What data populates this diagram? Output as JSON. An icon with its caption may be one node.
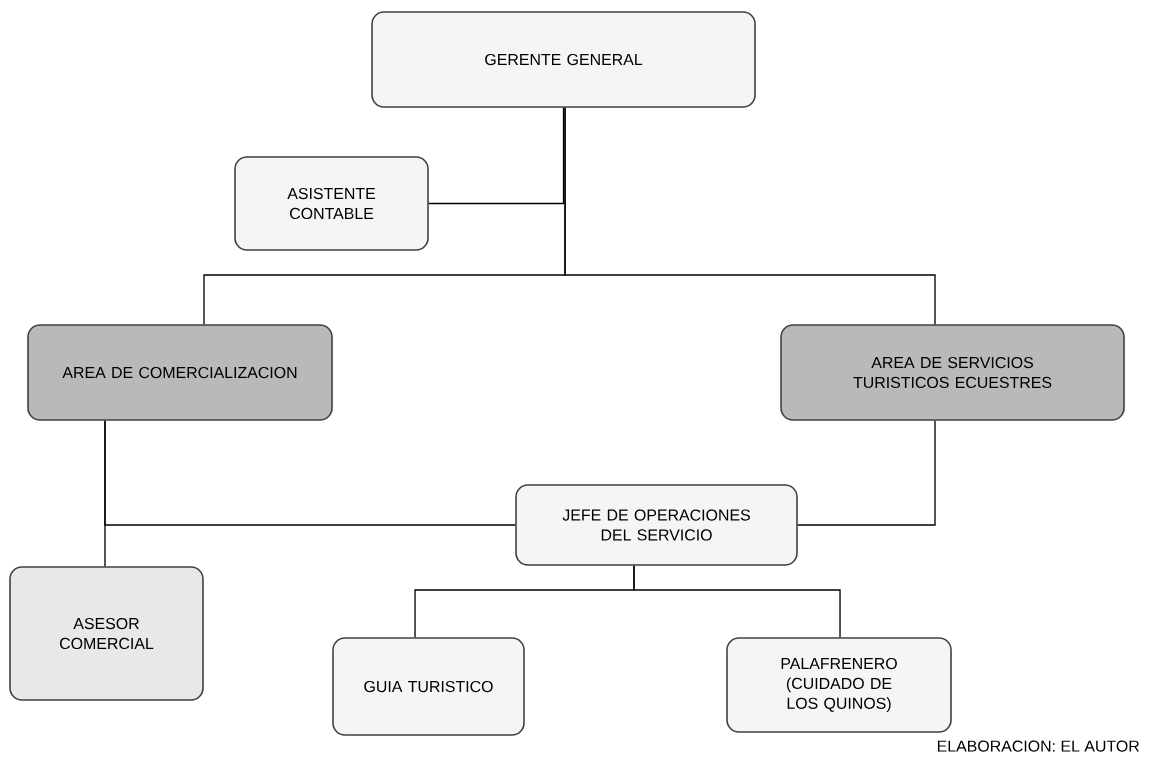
{
  "diagram": {
    "nodes": [
      {
        "text": [
          "GERENTE GENERAL"
        ]
      },
      {
        "text": [
          "ASISTENTE CONTABLE"
        ]
      },
      {
        "text": [
          "AREA DE COMERCIALIZACION"
        ]
      },
      {
        "text": [
          "AREA DE SERVICIOS TURISTICOS ECUESTRES"
        ]
      },
      {
        "text": [
          "JEFE DE OPERACIONES DEL SERVICIO"
        ]
      },
      {
        "text": [
          "ASESOR COMERCIAL"
        ]
      },
      {
        "text": [
          "GUIA TURISTICO"
        ]
      },
      {
        "text": [
          "PALAFRENERO (CUIDADO DE LOS QUINOS)"
        ]
      }
    ],
    "edges": [
      {
        "from": 0,
        "to": 1,
        "arrow": "none"
      },
      {
        "from": 0,
        "to": 2,
        "arrow": "none"
      },
      {
        "from": 0,
        "to": 3,
        "arrow": "none"
      },
      {
        "from": 2,
        "to": 5,
        "arrow": "none"
      },
      {
        "from": 2,
        "to": 4,
        "arrow": "none"
      },
      {
        "from": 3,
        "to": 4,
        "arrow": "none"
      },
      {
        "from": 4,
        "to": 6,
        "arrow": "none"
      },
      {
        "from": 4,
        "to": 7,
        "arrow": "none"
      }
    ],
    "labels": [
      "ELABORACION: EL AUTOR"
    ]
  }
}
